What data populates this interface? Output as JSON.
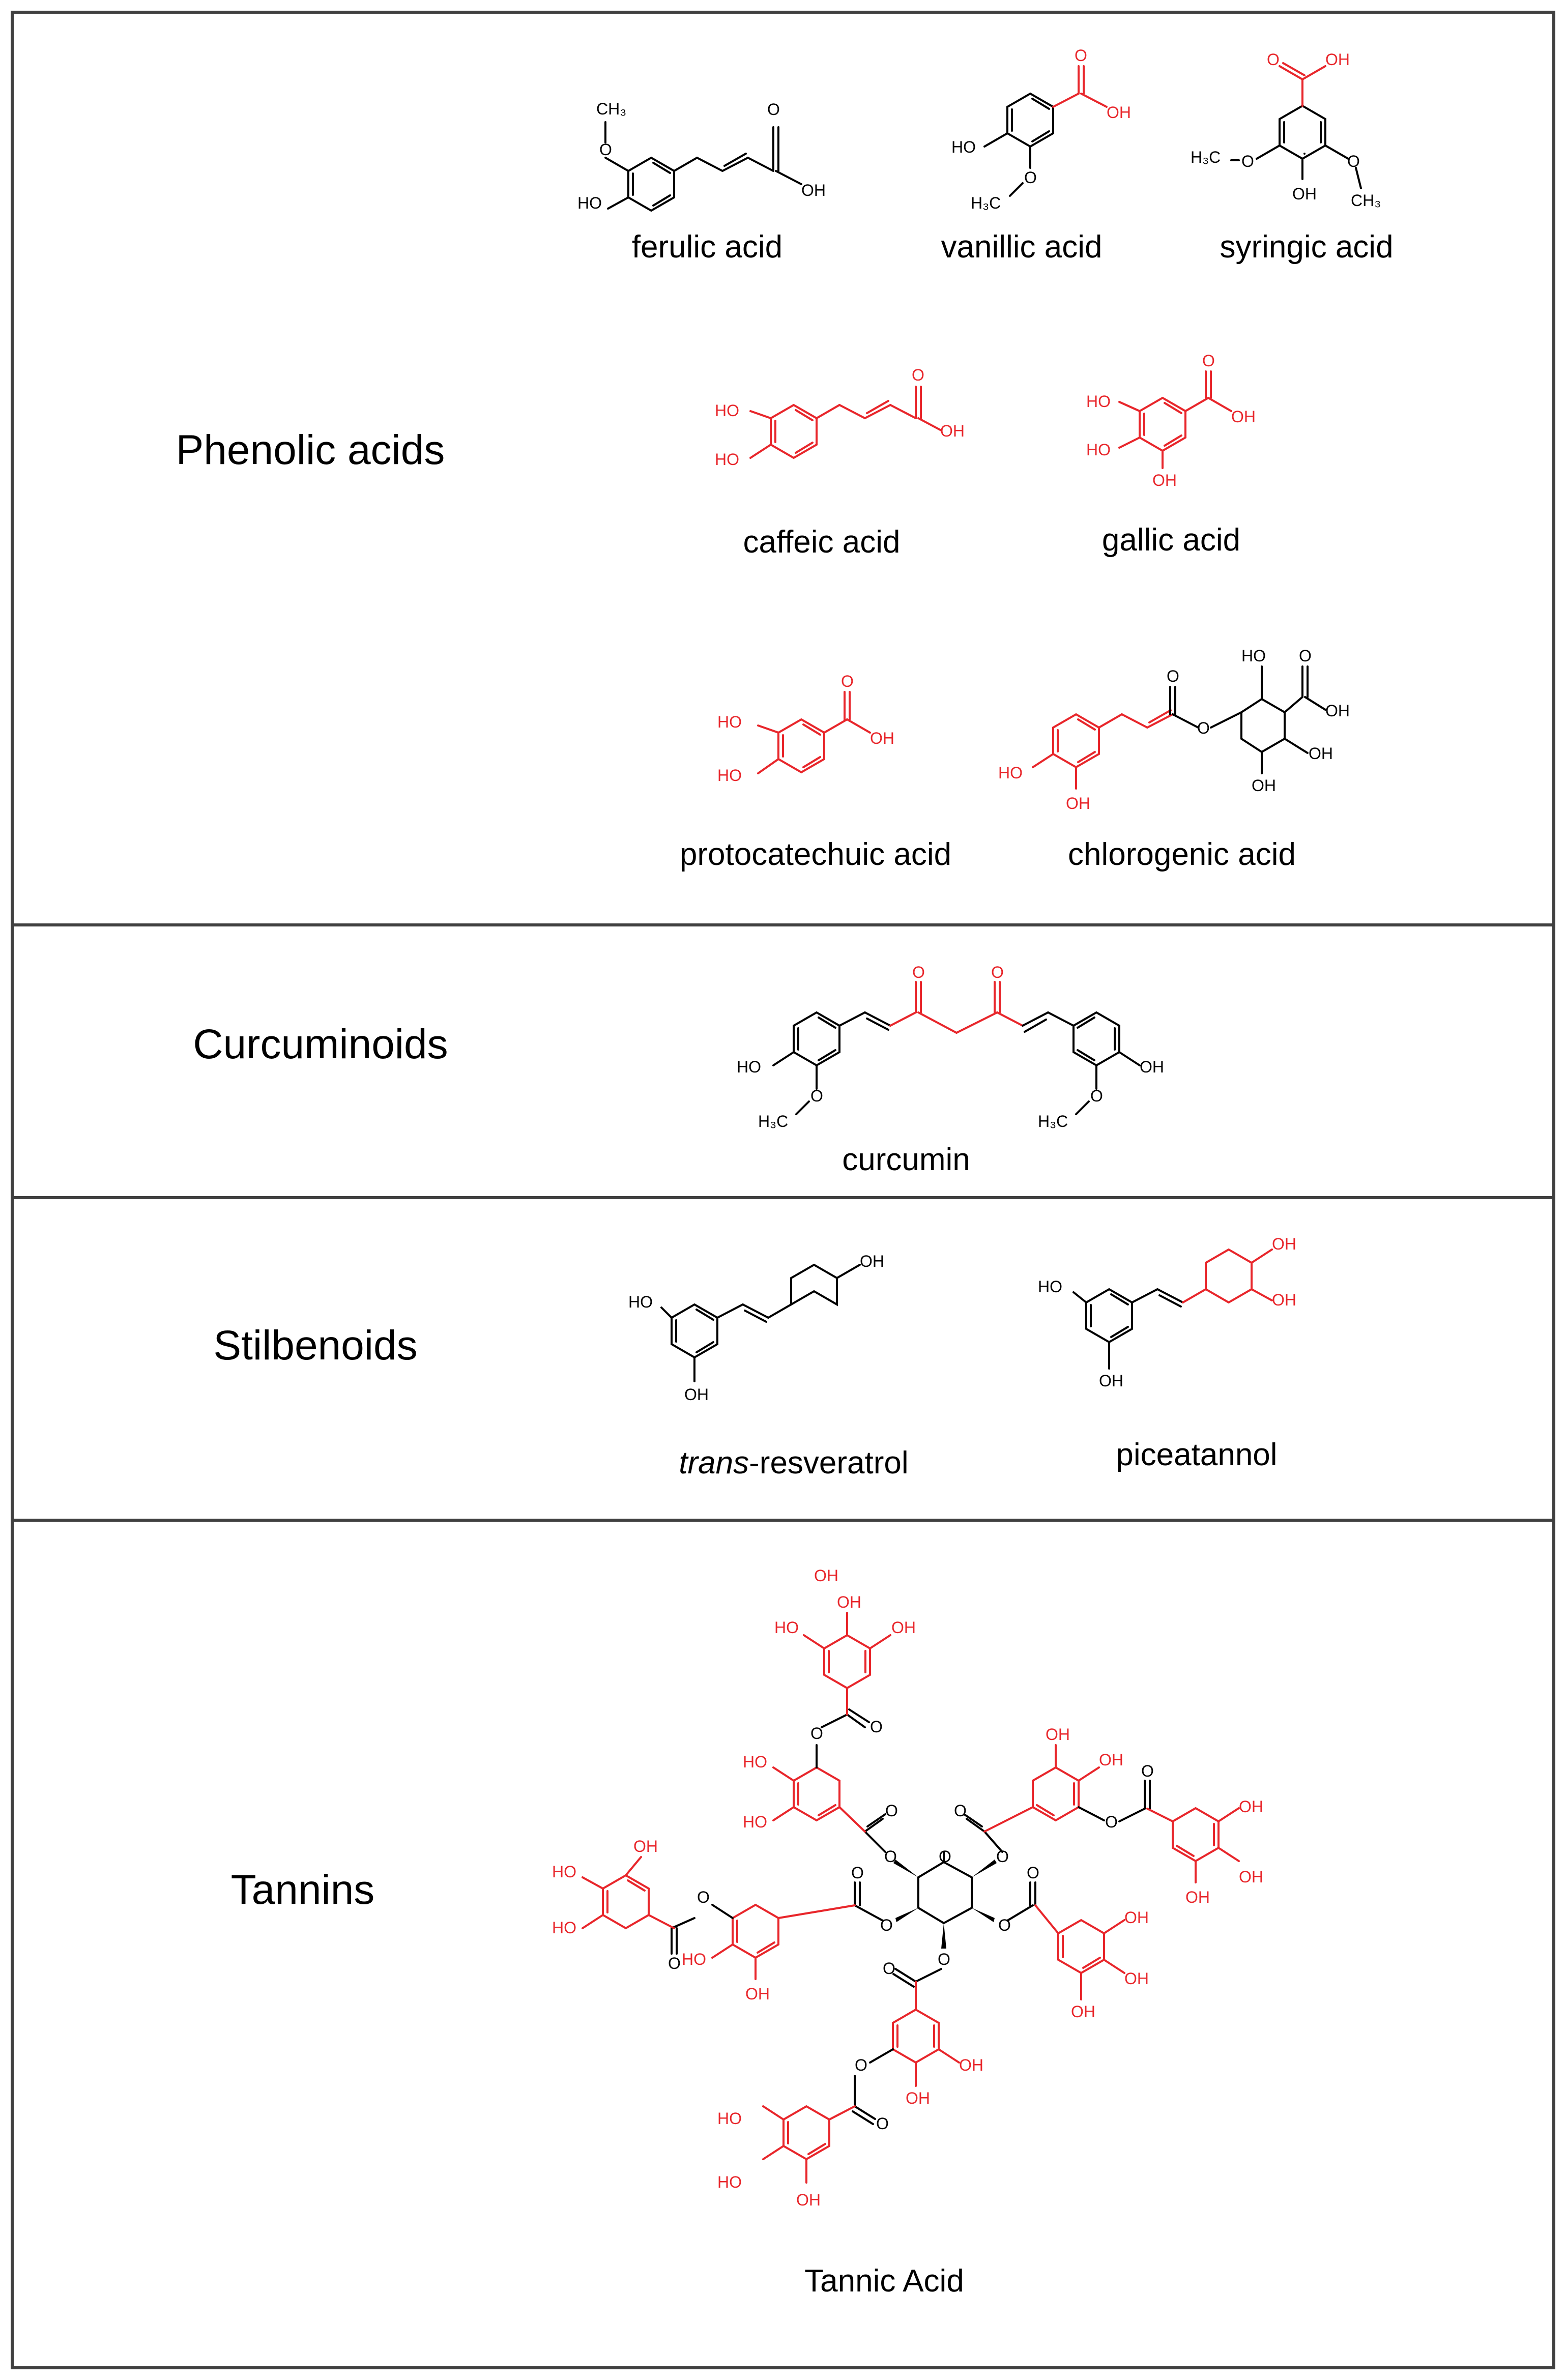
{
  "categories": {
    "phenolic": "Phenolic acids",
    "curcuminoids": "Curcuminoids",
    "stilbenoids": "Stilbenoids",
    "tannins": "Tannins"
  },
  "compounds": {
    "ferulic": "ferulic acid",
    "vanillic": "vanillic acid",
    "syringic": "syringic acid",
    "caffeic": "caffeic acid",
    "gallic": "gallic acid",
    "protocatechuic": "protocatechuic acid",
    "chlorogenic": "chlorogenic acid",
    "curcumin": "curcumin",
    "resveratrol_prefix": "trans",
    "resveratrol_suffix": "-resveratrol",
    "piceatannol": "piceatannol",
    "tannic": "Tannic Acid"
  },
  "atoms": {
    "OH": "OH",
    "HO": "HO",
    "O": "O",
    "H3C": "H₃C",
    "CH3": "CH₃"
  },
  "colors": {
    "highlight": "#e8262b",
    "bond": "#000000",
    "border": "#404040"
  }
}
